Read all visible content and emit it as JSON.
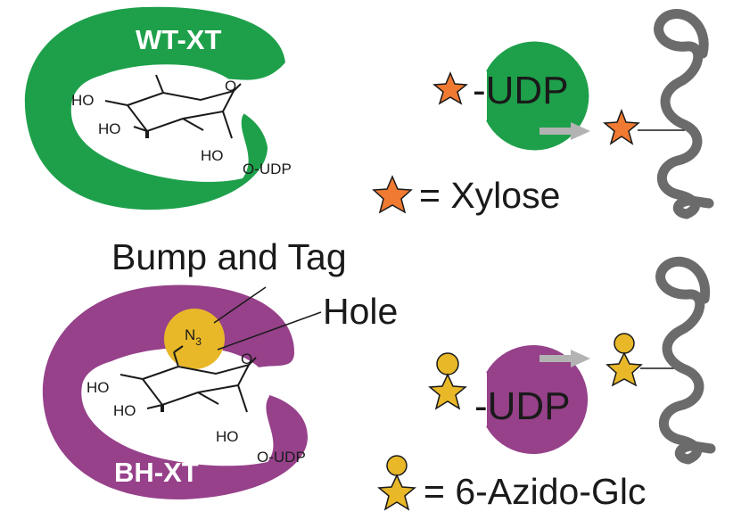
{
  "colors": {
    "wt_enzyme": "#1ea04b",
    "bh_enzyme": "#96418a",
    "xylose_star": "#f07a32",
    "azido_glc": "#e8b828",
    "arrow": "#b3b3b3",
    "protein": "#6b6b6b",
    "ink": "#1a1a1a"
  },
  "wt_panel": {
    "enzyme_label": "WT-XT",
    "sugar": {
      "ho1": "HO",
      "ho2": "HO",
      "ho3": "HO",
      "ring_o": "O",
      "anomeric": "O-UDP"
    },
    "donor_suffix": "-UDP",
    "legend_text": "= Xylose",
    "legend_icon": "star-icon"
  },
  "bh_panel": {
    "title": "Bump and Tag",
    "hole_label": "Hole",
    "enzyme_label": "BH-XT",
    "azide": {
      "n": "N",
      "sub": "3"
    },
    "sugar": {
      "ho1": "HO",
      "ho2": "HO",
      "ho3": "HO",
      "ring_o": "O",
      "anomeric": "O-UDP"
    },
    "donor_suffix": "-UDP",
    "legend_text": "= 6-Azido-Glc",
    "legend_icon": "azido-star-icon"
  }
}
